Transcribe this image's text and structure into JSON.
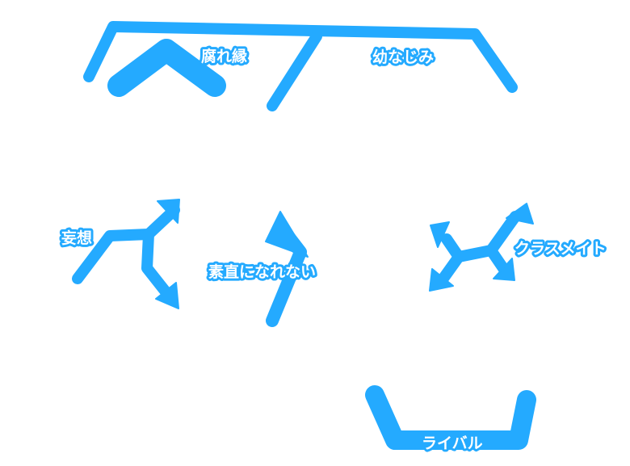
{
  "colors": {
    "line": "#24aaff",
    "label_fill": "#ffffff",
    "label_stroke": "#24aaff"
  },
  "labels": {
    "kusareen": "腐れ縁",
    "osananajimi": "幼なじみ",
    "mousou": "妄想",
    "sunao": "素直になれない",
    "classmate": "クラスメイト",
    "rival": "ライバル"
  }
}
